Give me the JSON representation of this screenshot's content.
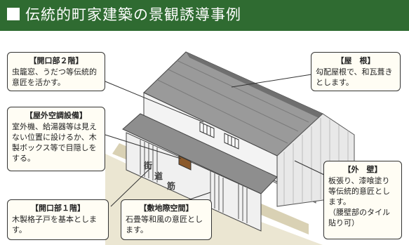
{
  "header": {
    "title": "伝統的町家建築の景観誘導事例"
  },
  "callouts": {
    "opening2": {
      "heading": "【開口部２階】",
      "body": "虫籠窓、うだつ等伝統的意匠を活かす。"
    },
    "roof": {
      "heading": "【屋　根】",
      "body": "勾配屋根で、和瓦葺きとします。"
    },
    "aircon": {
      "heading": "【屋外空調設備】",
      "body": "室外機、給湯器等は見えない位置に設けるか、木製ボックス等で目隠しをする。"
    },
    "wall": {
      "heading": "【外　壁】",
      "body": "板張り、漆喰塗り等伝統的意匠とします。\n（腰壁部のタイル貼り可）"
    },
    "opening1": {
      "heading": "【開口部１階】",
      "body": "木製格子戸を基本とします。"
    },
    "site": {
      "heading": "【敷地際空間】",
      "body": "石畳等和風の意匠とします。"
    }
  },
  "road": {
    "c1": "街",
    "c2": "道",
    "c3": "筋"
  },
  "colors": {
    "header": "#2f6b31",
    "roof": "#8a8a8a",
    "wall": "#efefef",
    "callout_bg": "#fffdf4"
  }
}
